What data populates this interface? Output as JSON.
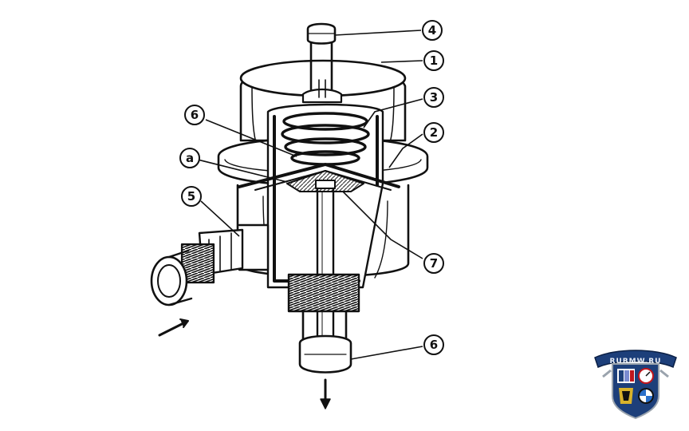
{
  "callouts": [
    {
      "id": "c4",
      "label": "4"
    },
    {
      "id": "c1",
      "label": "1"
    },
    {
      "id": "c3",
      "label": "3"
    },
    {
      "id": "c2",
      "label": "2"
    },
    {
      "id": "c6a",
      "label": "6"
    },
    {
      "id": "ca",
      "label": "a"
    },
    {
      "id": "c5",
      "label": "5"
    },
    {
      "id": "c7",
      "label": "7"
    },
    {
      "id": "c6b",
      "label": "6"
    }
  ],
  "watermark": {
    "text": "RUBMW.RU",
    "colors": {
      "navy": "#1d3f7a",
      "red": "#c0161c",
      "silver": "#9aa3ad"
    }
  }
}
